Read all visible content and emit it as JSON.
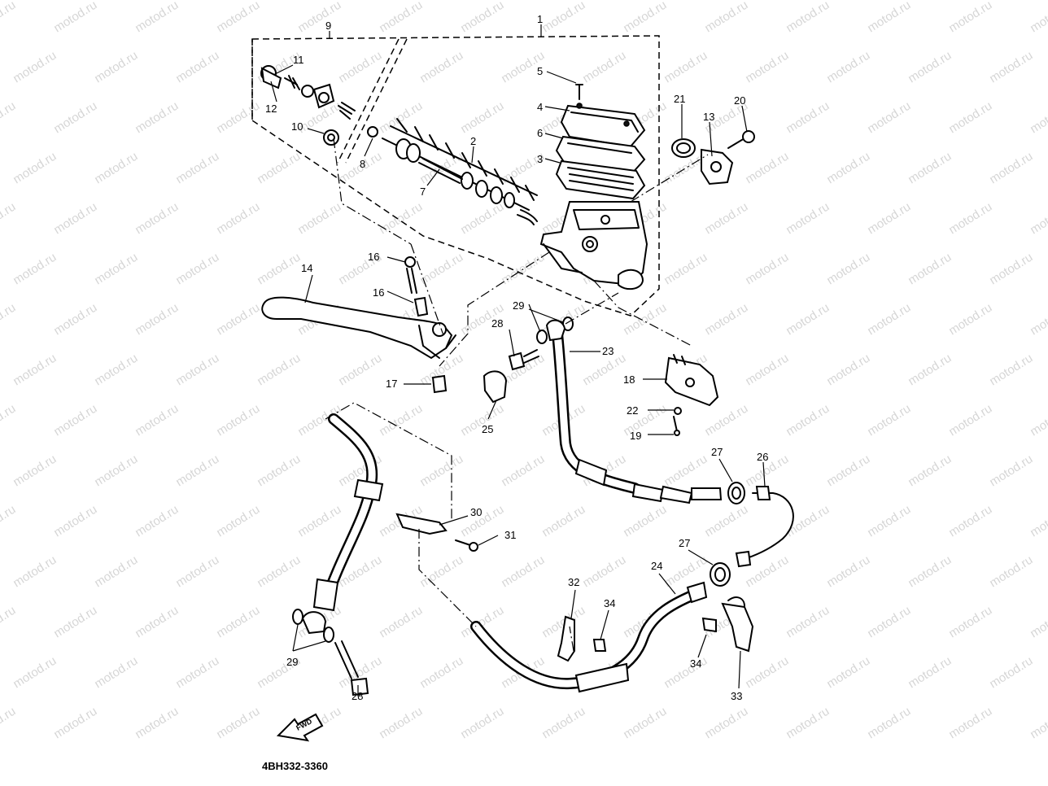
{
  "watermark": "motod.ru",
  "diagram_code": "4BH332-3360",
  "forward_arrow_label": "FWD",
  "callouts": [
    "1",
    "2",
    "3",
    "4",
    "5",
    "6",
    "7",
    "8",
    "9",
    "10",
    "11",
    "12",
    "13",
    "14",
    "16",
    "16",
    "17",
    "18",
    "19",
    "20",
    "21",
    "22",
    "23",
    "24",
    "25",
    "26",
    "27",
    "27",
    "28",
    "28",
    "29",
    "29",
    "30",
    "31",
    "32",
    "33",
    "34",
    "34"
  ]
}
